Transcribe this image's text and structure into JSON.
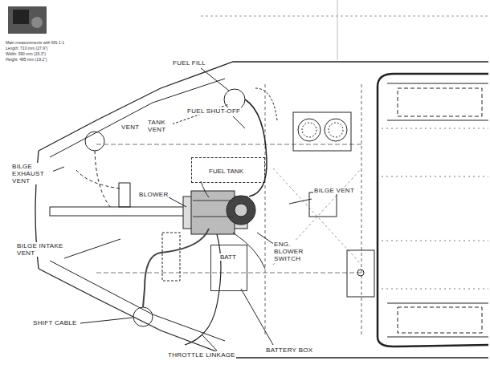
{
  "diagram": {
    "nodes": [
      {
        "text": [
          "FUEL TANK"
        ]
      },
      {
        "text": [
          "BATT"
        ]
      }
    ],
    "labels": [
      "Main measurements with MS 1-1",
      "Length: 710 mm (27.9\")",
      "Width: 390 mm (15.3\")",
      "Height: 485 mm (19.1\")",
      "FUEL FILL",
      "FUEL SHUT-OFF",
      "VENT",
      "TANK VENT",
      "BILGE EXHAUST VENT",
      "BLOWER",
      "BILGE VENT",
      "ENG. BLOWER SWITCH",
      "BILGE INTAKE VENT",
      "SHIFT CABLE",
      "THROTTLE LINKAGE",
      "BATTERY BOX"
    ]
  }
}
